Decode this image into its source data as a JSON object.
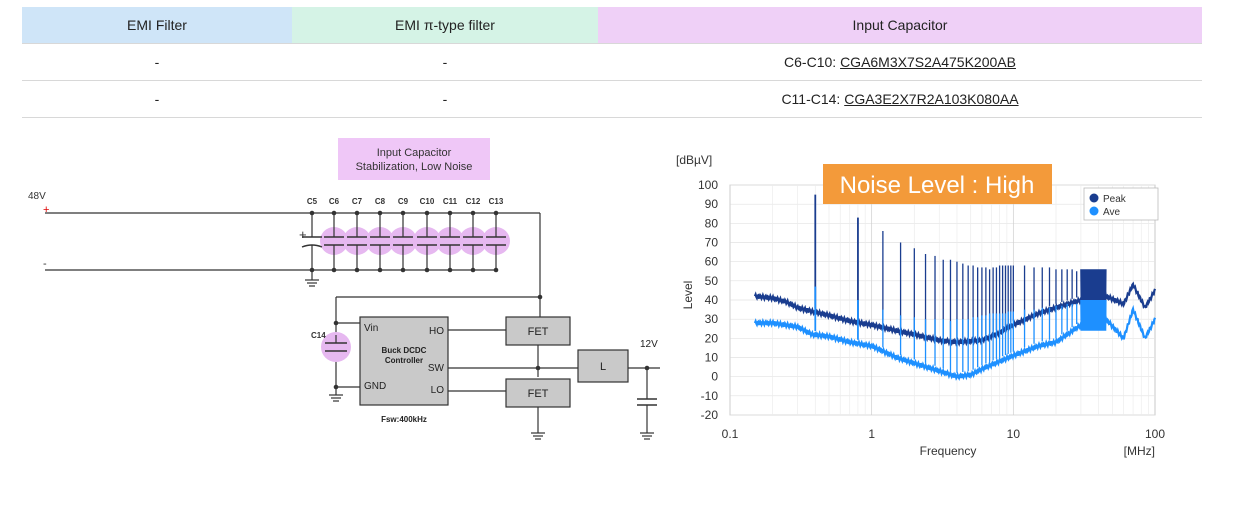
{
  "table": {
    "headers": [
      "EMI Filter",
      "EMI π-type filter",
      "Input Capacitor"
    ],
    "rows": [
      {
        "emi": "-",
        "pi": "-",
        "cap_prefix": "C6-C10: ",
        "cap_part": "CGA6M3X7S2A475K200AB"
      },
      {
        "emi": "-",
        "pi": "-",
        "cap_prefix": "C11-C14: ",
        "cap_part": "CGA3E2X7R2A103K080AA"
      }
    ]
  },
  "circuit": {
    "callout": [
      "Input Capacitor",
      "Stabilization, Low Noise"
    ],
    "input_voltage": "48V",
    "plus": "+",
    "minus": "-",
    "cap_plus": "+",
    "cap_labels": [
      "C5",
      "C6",
      "C7",
      "C8",
      "C9",
      "C10",
      "C11",
      "C12",
      "C13"
    ],
    "c14_label": "C14",
    "controller": {
      "title_line1": "Buck DCDC",
      "title_line2": "Controller",
      "vin": "Vin",
      "gnd": "GND",
      "ho": "HO",
      "sw": "SW",
      "lo": "LO"
    },
    "fet_high": "FET",
    "fet_low": "FET",
    "inductor": "L",
    "output_voltage": "12V",
    "fsw": "Fsw:400kHz",
    "colors": {
      "highlight": "#e6b8f0",
      "block_fill": "#c9c9c9"
    }
  },
  "chart_data": {
    "type": "line",
    "badge": "Noise Level : High",
    "ylabel_unit": "[dBµV]",
    "ylabel": "Level",
    "xlabel": "Frequency",
    "xlabel_unit": "[MHz]",
    "x_scale": "log",
    "xlim": [
      0.1,
      100
    ],
    "ylim": [
      -20,
      100
    ],
    "x_ticks": [
      {
        "v": 0.1,
        "label": "0.1"
      },
      {
        "v": 1,
        "label": "1"
      },
      {
        "v": 10,
        "label": "10"
      },
      {
        "v": 100,
        "label": "100"
      }
    ],
    "y_ticks": [
      100,
      90,
      80,
      70,
      60,
      50,
      40,
      30,
      20,
      10,
      0,
      -10,
      -20
    ],
    "grid": true,
    "legend_position": "top-right",
    "fundamental_mhz": 0.4,
    "series": [
      {
        "name": "Peak",
        "color": "#1a3d8f",
        "baseline": [
          [
            0.15,
            42
          ],
          [
            0.2,
            41
          ],
          [
            0.25,
            39
          ],
          [
            0.3,
            36
          ],
          [
            0.38,
            34
          ],
          [
            0.5,
            32
          ],
          [
            0.7,
            29
          ],
          [
            1.0,
            27
          ],
          [
            1.5,
            24
          ],
          [
            2,
            22
          ],
          [
            3,
            19
          ],
          [
            4,
            18
          ],
          [
            6,
            19
          ],
          [
            8,
            23
          ],
          [
            10,
            27
          ],
          [
            15,
            33
          ],
          [
            20,
            36
          ],
          [
            30,
            40
          ],
          [
            45,
            42
          ],
          [
            60,
            38
          ],
          [
            70,
            48
          ],
          [
            85,
            36
          ],
          [
            100,
            45
          ]
        ],
        "harmonics": [
          [
            0.4,
            95
          ],
          [
            0.8,
            83
          ],
          [
            1.2,
            76
          ],
          [
            1.6,
            70
          ],
          [
            2.0,
            67
          ],
          [
            2.4,
            64
          ],
          [
            2.8,
            63
          ],
          [
            3.2,
            61
          ],
          [
            3.6,
            61
          ],
          [
            4.0,
            60
          ],
          [
            4.4,
            59
          ],
          [
            4.8,
            58
          ],
          [
            5.2,
            58
          ],
          [
            5.6,
            57
          ],
          [
            6.0,
            57
          ],
          [
            6.4,
            57
          ],
          [
            6.8,
            56
          ],
          [
            7.2,
            57
          ],
          [
            7.6,
            57
          ],
          [
            8.0,
            58
          ],
          [
            8.4,
            58
          ],
          [
            8.8,
            58
          ],
          [
            9.2,
            58
          ],
          [
            9.6,
            58
          ],
          [
            10.0,
            58
          ],
          [
            12.0,
            58
          ],
          [
            14.0,
            57
          ],
          [
            16.0,
            57
          ],
          [
            18.0,
            57
          ],
          [
            20.0,
            56
          ],
          [
            22.0,
            56
          ],
          [
            24.0,
            56
          ],
          [
            26.0,
            56
          ],
          [
            28.0,
            55
          ]
        ],
        "band": {
          "from": 30,
          "to": 45,
          "low": 40,
          "high": 56
        }
      },
      {
        "name": "Ave",
        "color": "#1e90ff",
        "baseline": [
          [
            0.15,
            28
          ],
          [
            0.2,
            28
          ],
          [
            0.3,
            26
          ],
          [
            0.38,
            22
          ],
          [
            0.5,
            21
          ],
          [
            0.7,
            18
          ],
          [
            1.0,
            16
          ],
          [
            1.5,
            10
          ],
          [
            2,
            7
          ],
          [
            3,
            3
          ],
          [
            4,
            0
          ],
          [
            5,
            1
          ],
          [
            6,
            4
          ],
          [
            8,
            8
          ],
          [
            10,
            11
          ],
          [
            15,
            16
          ],
          [
            20,
            18
          ],
          [
            30,
            27
          ],
          [
            45,
            30
          ],
          [
            60,
            20
          ],
          [
            70,
            35
          ],
          [
            85,
            20
          ],
          [
            100,
            30
          ]
        ],
        "harmonics": [
          [
            0.4,
            47
          ],
          [
            0.8,
            40
          ],
          [
            1.2,
            35
          ],
          [
            1.6,
            32
          ],
          [
            2.0,
            31
          ],
          [
            2.4,
            30
          ],
          [
            2.8,
            30
          ],
          [
            3.2,
            30
          ],
          [
            3.6,
            29
          ],
          [
            4.0,
            30
          ],
          [
            4.4,
            30
          ],
          [
            4.8,
            30
          ],
          [
            5.2,
            31
          ],
          [
            5.6,
            31
          ],
          [
            6.0,
            32
          ],
          [
            6.4,
            32
          ],
          [
            6.8,
            33
          ],
          [
            7.2,
            33
          ],
          [
            7.6,
            33
          ],
          [
            8.0,
            33
          ],
          [
            8.4,
            33
          ],
          [
            8.8,
            33
          ],
          [
            9.2,
            34
          ],
          [
            9.6,
            34
          ],
          [
            10.0,
            34
          ],
          [
            12.0,
            35
          ],
          [
            14.0,
            35
          ],
          [
            16.0,
            36
          ],
          [
            18.0,
            36
          ],
          [
            20.0,
            37
          ],
          [
            22.0,
            37
          ],
          [
            24.0,
            38
          ],
          [
            26.0,
            38
          ],
          [
            28.0,
            38
          ]
        ],
        "band": {
          "from": 30,
          "to": 45,
          "low": 24,
          "high": 40
        }
      }
    ]
  }
}
